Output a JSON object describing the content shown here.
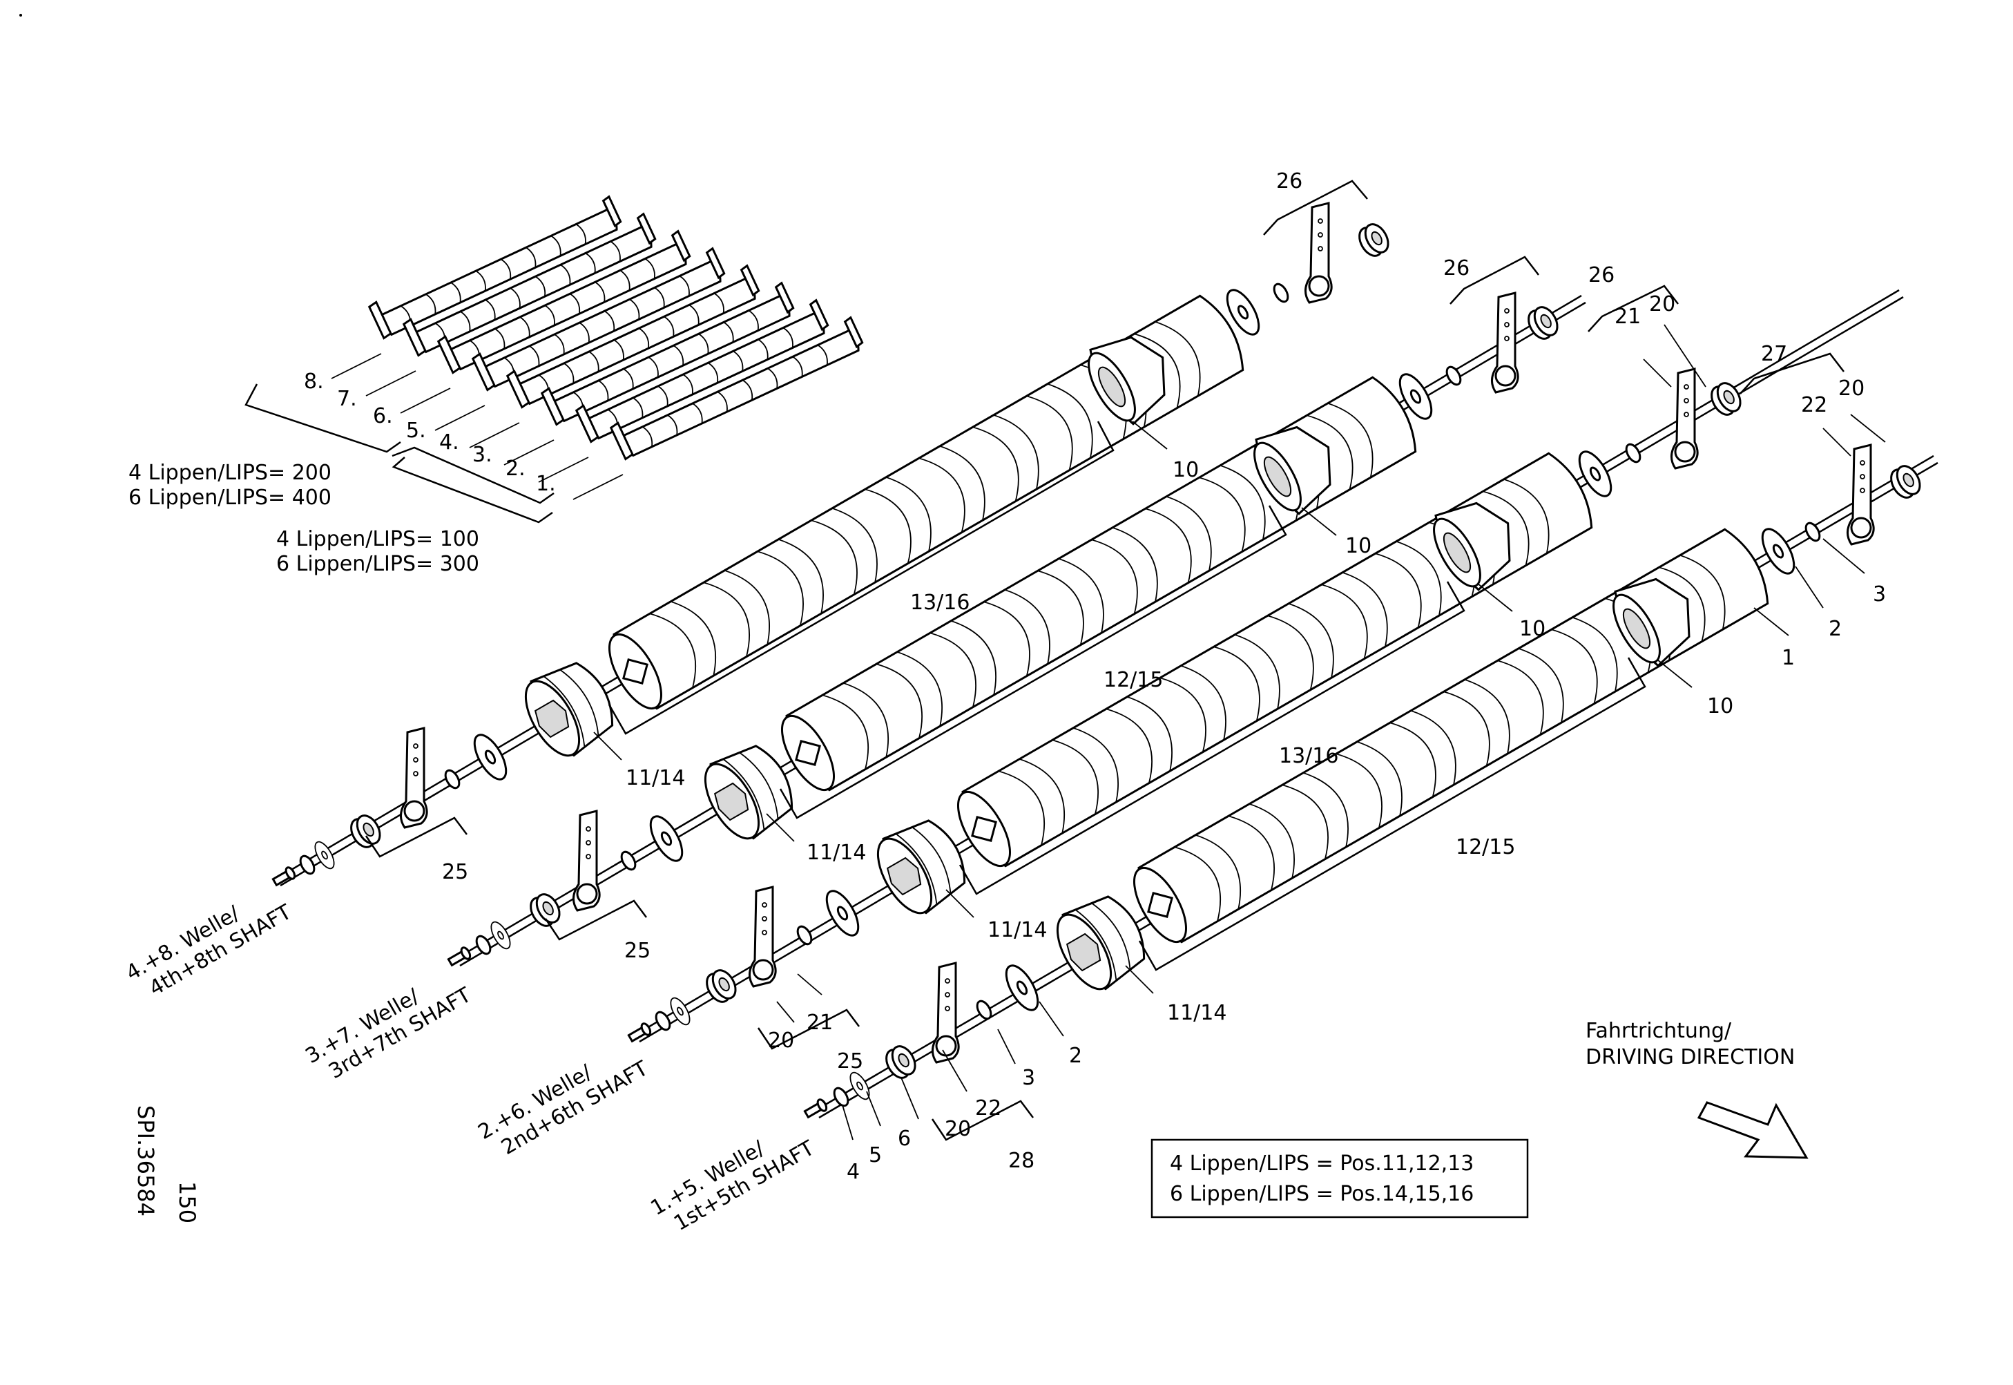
{
  "drawing": {
    "drawing_number": "SPI.36584",
    "page_number": "150"
  },
  "direction": {
    "line1": "Fahrtrichtung/",
    "line2": "DRIVING DIRECTION"
  },
  "legend": {
    "row1": "4 Lippen/LIPS = Pos.11,12,13",
    "row2": "6 Lippen/LIPS = Pos.14,15,16"
  },
  "overview": {
    "group_a_line1": "4 Lippen/LIPS= 200",
    "group_a_line2": "6 Lippen/LIPS= 400",
    "group_b_line1": "4 Lippen/LIPS= 100",
    "group_b_line2": "6 Lippen/LIPS= 300",
    "shaft_numbers": [
      "8.",
      "7.",
      "6.",
      "5.",
      "4.",
      "3.",
      "2.",
      "1."
    ]
  },
  "shafts": {
    "s4_line1": "4.+8. Welle/",
    "s4_line2": "4th+8th SHAFT",
    "s3_line1": "3.+7. Welle/",
    "s3_line2": "3rd+7th SHAFT",
    "s2_line1": "2.+6. Welle/",
    "s2_line2": "2nd+6th SHAFT",
    "s1_line1": "1.+5. Welle/",
    "s1_line2": "1st+5th SHAFT"
  },
  "callouts": {
    "c26a": "26",
    "c26b": "26",
    "c26c": "26",
    "c21a": "21",
    "c20a": "20",
    "c27": "27",
    "c22a": "22",
    "c20b": "20",
    "c10a": "10",
    "c10b": "10",
    "c10c": "10",
    "c10d": "10",
    "c1": "1",
    "c2a": "2",
    "c3a": "3",
    "c13_16a": "13/16",
    "c12_15a": "12/15",
    "c13_16b": "13/16",
    "c12_15b": "12/15",
    "c11_14a": "11/14",
    "c11_14b": "11/14",
    "c11_14c": "11/14",
    "c11_14d": "11/14",
    "c25a": "25",
    "c25b": "25",
    "c25c": "25",
    "c20c": "20",
    "c21b": "21",
    "c2b": "2",
    "c3b": "3",
    "c22b": "22",
    "c20d": "20",
    "c28": "28",
    "c4": "4",
    "c5": "5",
    "c6": "6"
  }
}
